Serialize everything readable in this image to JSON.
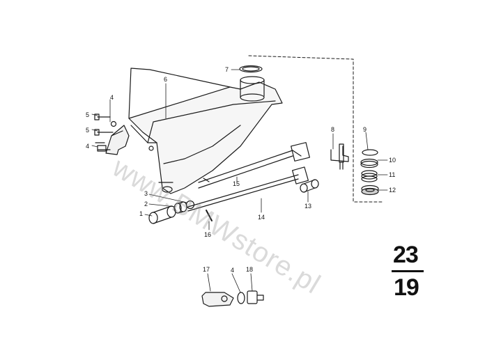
{
  "figure": {
    "page_top": "23",
    "page_bottom": "19"
  },
  "watermark": "www.BMWstore.pl",
  "callouts": [
    {
      "id": "c1",
      "label": "1"
    },
    {
      "id": "c2",
      "label": "2"
    },
    {
      "id": "c3",
      "label": "3"
    },
    {
      "id": "c4a",
      "label": "4"
    },
    {
      "id": "c4b",
      "label": "4"
    },
    {
      "id": "c4c",
      "label": "4"
    },
    {
      "id": "c5a",
      "label": "5"
    },
    {
      "id": "c5b",
      "label": "5"
    },
    {
      "id": "c6",
      "label": "6"
    },
    {
      "id": "c7",
      "label": "7"
    },
    {
      "id": "c8",
      "label": "8"
    },
    {
      "id": "c9",
      "label": "9"
    },
    {
      "id": "c10",
      "label": "10"
    },
    {
      "id": "c11",
      "label": "11"
    },
    {
      "id": "c12",
      "label": "12"
    },
    {
      "id": "c13",
      "label": "13"
    },
    {
      "id": "c14",
      "label": "14"
    },
    {
      "id": "c15",
      "label": "15"
    },
    {
      "id": "c16",
      "label": "16"
    },
    {
      "id": "c17",
      "label": "17"
    },
    {
      "id": "c18",
      "label": "18"
    }
  ]
}
